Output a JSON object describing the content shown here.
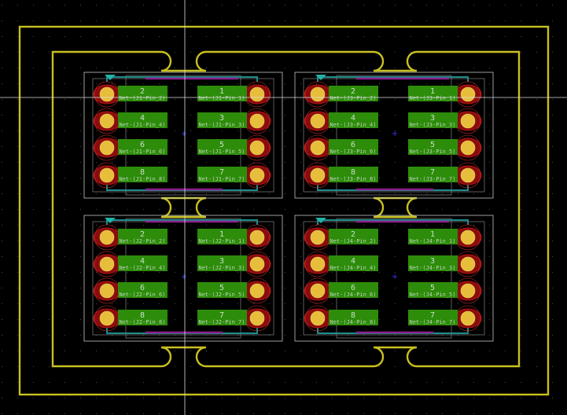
{
  "colors": {
    "background": "#000000",
    "grid_dot": "#4a4a4a",
    "edge_cuts": "#c8c020",
    "courtyard": "#c4c4c4",
    "fab": "#9c9c9c",
    "pad_copper": "#8a0c0c",
    "pad_ring": "#b81212",
    "pad_drill": "#e6be3c",
    "silk_label_bg": "#2d8c0a",
    "silk_label_text": "#c8e0c8",
    "track_cyan": "#1e8c8c",
    "track_purple": "#8c1e8c",
    "marker_triangle": "#20b4a8",
    "crosshair": "#dcdcdc",
    "origin_cross": "#3030c8"
  },
  "connectors": [
    {
      "ref": "J1",
      "left_pins": [
        {
          "number": "2",
          "net": "Net-(J1-Pin_2)"
        },
        {
          "number": "4",
          "net": "Net-(J1-Pin_4)"
        },
        {
          "number": "6",
          "net": "Net-(J1-Pin_6)"
        },
        {
          "number": "8",
          "net": "Net-(J1-Pin_8)"
        }
      ],
      "right_pins": [
        {
          "number": "1",
          "net": "Net-(J1-Pin_1)"
        },
        {
          "number": "3",
          "net": "Net-(J1-Pin_3)"
        },
        {
          "number": "5",
          "net": "Net-(J1-Pin_5)"
        },
        {
          "number": "7",
          "net": "Net-(J1-Pin_7)"
        }
      ]
    },
    {
      "ref": "J3",
      "left_pins": [
        {
          "number": "2",
          "net": "Net-(J3-Pin_2)"
        },
        {
          "number": "4",
          "net": "Net-(J3-Pin_4)"
        },
        {
          "number": "6",
          "net": "Net-(J3-Pin_6)"
        },
        {
          "number": "8",
          "net": "Net-(J3-Pin_8)"
        }
      ],
      "right_pins": [
        {
          "number": "1",
          "net": "Net-(J3-Pin_1)"
        },
        {
          "number": "3",
          "net": "Net-(J3-Pin_3)"
        },
        {
          "number": "5",
          "net": "Net-(J3-Pin_5)"
        },
        {
          "number": "7",
          "net": "Net-(J3-Pin_7)"
        }
      ]
    },
    {
      "ref": "J2",
      "left_pins": [
        {
          "number": "2",
          "net": "Net-(J2-Pin_2)"
        },
        {
          "number": "4",
          "net": "Net-(J2-Pin_4)"
        },
        {
          "number": "6",
          "net": "Net-(J2-Pin_6)"
        },
        {
          "number": "8",
          "net": "Net-(J2-Pin_8)"
        }
      ],
      "right_pins": [
        {
          "number": "1",
          "net": "Net-(J2-Pin_1)"
        },
        {
          "number": "3",
          "net": "Net-(J2-Pin_3)"
        },
        {
          "number": "5",
          "net": "Net-(J2-Pin_5)"
        },
        {
          "number": "7",
          "net": "Net-(J2-Pin_7)"
        }
      ]
    },
    {
      "ref": "J4",
      "left_pins": [
        {
          "number": "2",
          "net": "Net-(J4-Pin_2)"
        },
        {
          "number": "4",
          "net": "Net-(J4-Pin_4)"
        },
        {
          "number": "6",
          "net": "Net-(J4-Pin_6)"
        },
        {
          "number": "8",
          "net": "Net-(J4-Pin_8)"
        }
      ],
      "right_pins": [
        {
          "number": "1",
          "net": "Net-(J4-Pin_1)"
        },
        {
          "number": "3",
          "net": "Net-(J4-Pin_3)"
        },
        {
          "number": "5",
          "net": "Net-(J4-Pin_5)"
        },
        {
          "number": "7",
          "net": "Net-(J4-Pin_7)"
        }
      ]
    }
  ]
}
